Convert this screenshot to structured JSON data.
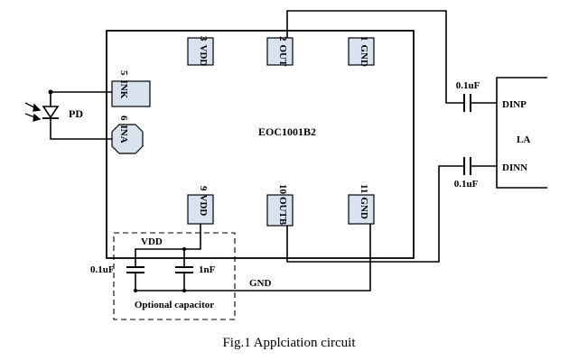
{
  "chip": {
    "name": "EOC1001B2"
  },
  "pins": [
    {
      "num": "3",
      "name": "VDD"
    },
    {
      "num": "2",
      "name": "OUT"
    },
    {
      "num": "1",
      "name": "GND"
    },
    {
      "num": "5",
      "name": "INK"
    },
    {
      "num": "6",
      "name": "INA"
    },
    {
      "num": "9",
      "name": "VDD"
    },
    {
      "num": "10",
      "name": "OUTB"
    },
    {
      "num": "11",
      "name": "GND"
    }
  ],
  "photodiode": {
    "label": "PD"
  },
  "coupling_caps": {
    "top": "0.1uF",
    "bottom": "0.1uF"
  },
  "amplifier": {
    "label": "LA",
    "input_p": "DINP",
    "input_n": "DINN"
  },
  "optional_caps": {
    "vdd_label": "VDD",
    "gnd_label": "GND",
    "cap1": "0.1uF",
    "cap2": "1nF",
    "box_label": "Optional capacitor"
  },
  "caption": "Fig.1 Applciation circuit"
}
